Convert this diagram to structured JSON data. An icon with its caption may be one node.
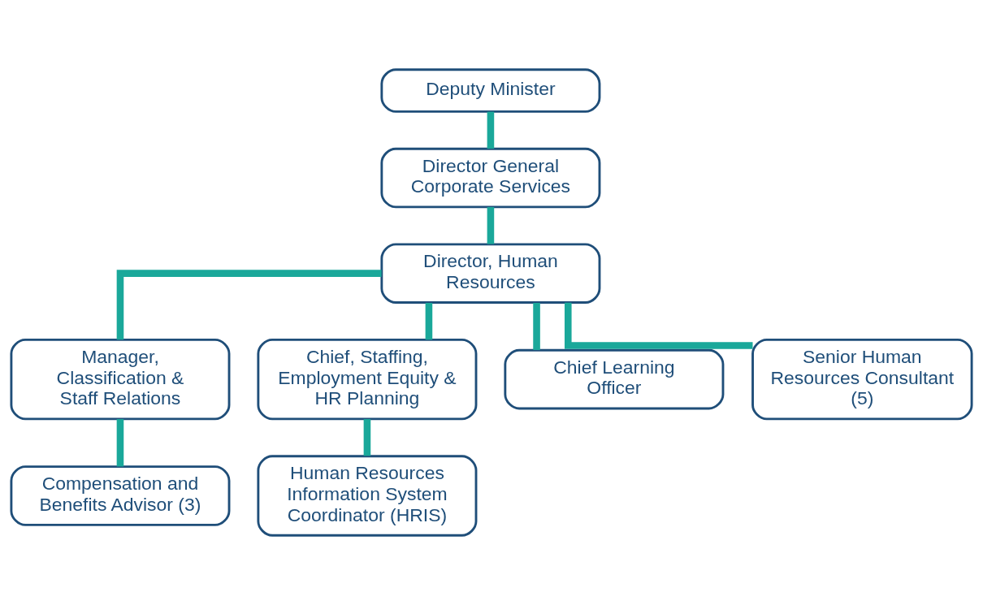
{
  "diagram": {
    "nodes": [
      {
        "text": [
          "Deputy Minister"
        ]
      },
      {
        "text": [
          "Director General Corporate Services"
        ]
      },
      {
        "text": [
          "Director, Human Resources"
        ]
      },
      {
        "text": [
          "Manager, Classification & Staff Relations"
        ]
      },
      {
        "text": [
          "Chief, Staffing, Employment Equity & HR Planning"
        ]
      },
      {
        "text": [
          "Chief Learning Officer"
        ]
      },
      {
        "text": [
          "Senior Human Resources Consultant (5)"
        ]
      },
      {
        "text": [
          "Compensation and Benefits Advisor (3)"
        ]
      },
      {
        "text": [
          "Human Resources Information System Coordinator (HRIS)"
        ]
      }
    ],
    "edges": [
      {
        "from": 0,
        "to": 1,
        "arrow": "none"
      },
      {
        "from": 1,
        "to": 2,
        "arrow": "none"
      },
      {
        "from": 2,
        "to": 3,
        "arrow": "none"
      },
      {
        "from": 2,
        "to": 4,
        "arrow": "none"
      },
      {
        "from": 2,
        "to": 5,
        "arrow": "none"
      },
      {
        "from": 2,
        "to": 6,
        "arrow": "none"
      },
      {
        "from": 3,
        "to": 7,
        "arrow": "none"
      },
      {
        "from": 4,
        "to": 8,
        "arrow": "none"
      }
    ]
  }
}
